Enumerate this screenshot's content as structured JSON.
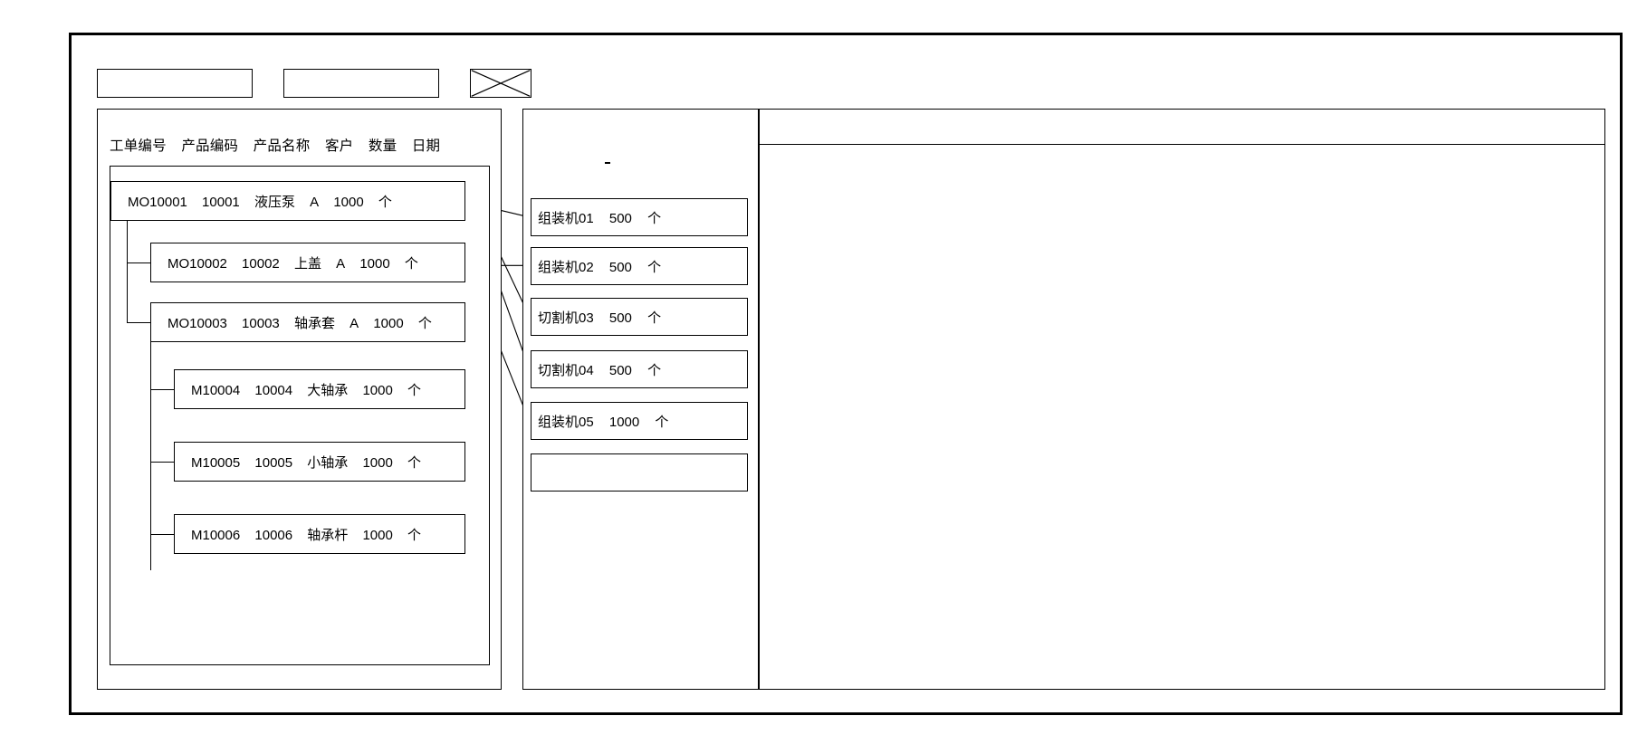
{
  "window": {
    "title": ""
  },
  "toolbar": {
    "buttons": [
      {
        "name": "toolbar-box-1",
        "label": ""
      },
      {
        "name": "toolbar-box-2",
        "label": ""
      }
    ],
    "icon_button": {
      "name": "crossed-box-icon",
      "label": ""
    }
  },
  "work_order_panel": {
    "columns": [
      "工单编号",
      "产品编码",
      "产品名称",
      "客户",
      "数量",
      "日期"
    ],
    "rows": [
      {
        "level": 0,
        "order_no": "MO10001",
        "product_code": "10001",
        "product_name": "液压泵",
        "customer": "A",
        "quantity": "1000",
        "unit": "个"
      },
      {
        "level": 1,
        "order_no": "MO10002",
        "product_code": "10002",
        "product_name": "上盖",
        "customer": "A",
        "quantity": "1000",
        "unit": "个"
      },
      {
        "level": 1,
        "order_no": "MO10003",
        "product_code": "10003",
        "product_name": "轴承套",
        "customer": "A",
        "quantity": "1000",
        "unit": "个"
      },
      {
        "level": 2,
        "order_no": "M10004",
        "product_code": "10004",
        "product_name": "大轴承",
        "customer": "",
        "quantity": "1000",
        "unit": "个"
      },
      {
        "level": 2,
        "order_no": "M10005",
        "product_code": "10005",
        "product_name": "小轴承",
        "customer": "",
        "quantity": "1000",
        "unit": "个"
      },
      {
        "level": 2,
        "order_no": "M10006",
        "product_code": "10006",
        "product_name": "轴承杆",
        "customer": "",
        "quantity": "1000",
        "unit": "个"
      }
    ]
  },
  "machine_panel": {
    "cards": [
      {
        "machine": "组装机01",
        "quantity": "500",
        "unit": "个"
      },
      {
        "machine": "组装机02",
        "quantity": "500",
        "unit": "个"
      },
      {
        "machine": "切割机03",
        "quantity": "500",
        "unit": "个"
      },
      {
        "machine": "切割机04",
        "quantity": "500",
        "unit": "个"
      },
      {
        "machine": "组装机05",
        "quantity": "1000",
        "unit": "个"
      },
      {
        "machine": "",
        "quantity": "",
        "unit": ""
      }
    ]
  },
  "detail_panel": {
    "header_text": "",
    "body_text": ""
  },
  "colors": {
    "stroke": "#000000",
    "background": "#ffffff"
  }
}
